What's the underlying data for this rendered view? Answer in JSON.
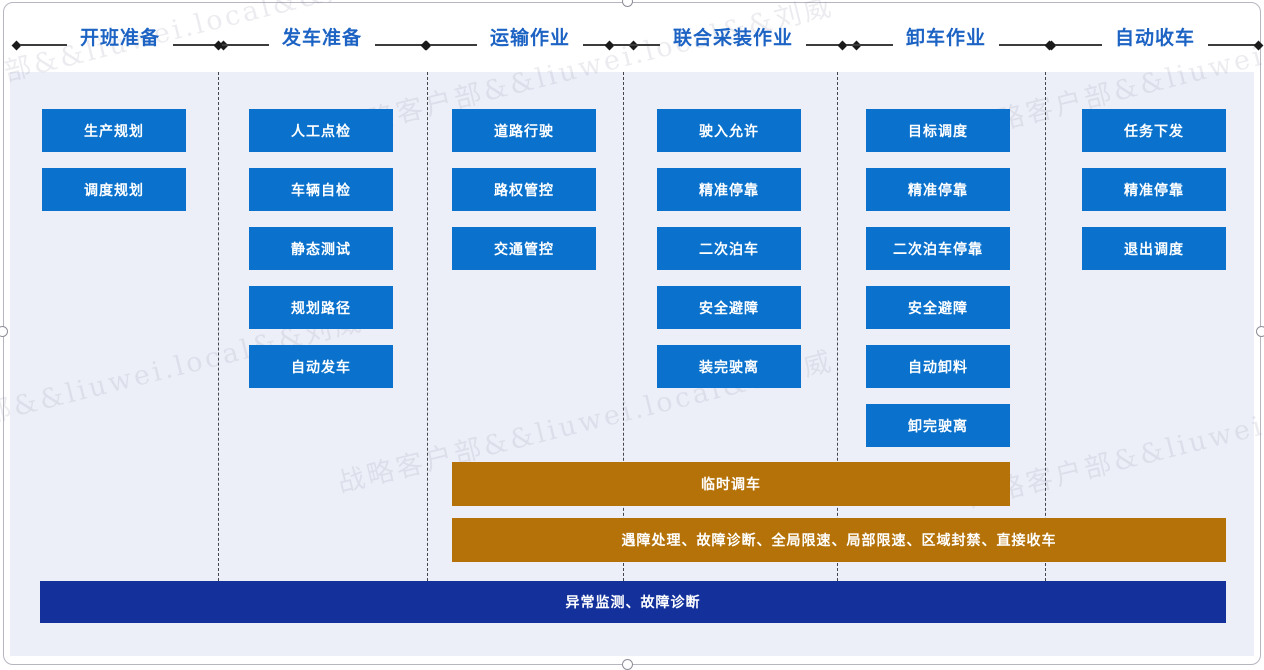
{
  "watermark": {
    "text": "战略客户部&&liuwei.local&&刘威"
  },
  "phases": [
    {
      "title": "开班准备",
      "tasks": [
        "生产规划",
        "调度规划"
      ]
    },
    {
      "title": "发车准备",
      "tasks": [
        "人工点检",
        "车辆自检",
        "静态测试",
        "规划路径",
        "自动发车"
      ]
    },
    {
      "title": "运输作业",
      "tasks": [
        "道路行驶",
        "路权管控",
        "交通管控"
      ]
    },
    {
      "title": "联合采装作业",
      "tasks": [
        "驶入允许",
        "精准停靠",
        "二次泊车",
        "安全避障",
        "装完驶离"
      ]
    },
    {
      "title": "卸车作业",
      "tasks": [
        "目标调度",
        "精准停靠",
        "二次泊车停靠",
        "安全避障",
        "自动卸料",
        "卸完驶离"
      ]
    },
    {
      "title": "自动收车",
      "tasks": [
        "任务下发",
        "精准停靠",
        "退出调度"
      ]
    }
  ],
  "bars": {
    "temporary_dispatch": "临时调车",
    "exception_operations": "遇障处理、故障诊断、全局限速、局部限速、区域封禁、直接收车",
    "monitoring": "异常监测、故障诊断"
  },
  "colors": {
    "task_blue": "#0a72cd",
    "bar_orange": "#b57208",
    "bar_navy": "#14319b",
    "panel_background": "#edeff8",
    "header_text": "#1c63c4"
  }
}
